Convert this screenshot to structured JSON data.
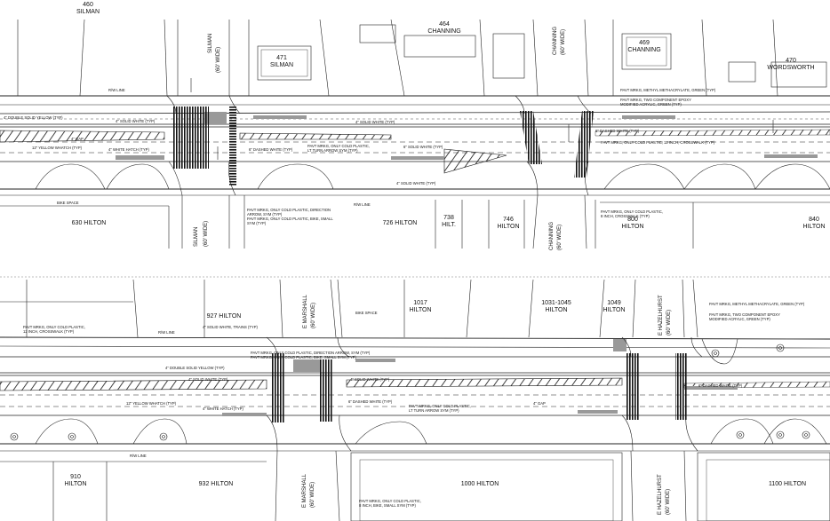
{
  "panel_top": {
    "lots_north": [
      {
        "num": "460",
        "street": "SILMAN"
      },
      {
        "num": "471",
        "street": "SILMAN"
      },
      {
        "num": "464",
        "street": "CHANNING"
      },
      {
        "num": "469",
        "street": "CHANNING"
      },
      {
        "num": "470",
        "street": "WORDSWORTH"
      }
    ],
    "lots_south": [
      {
        "num": "630",
        "street": "HILTON"
      },
      {
        "num": "726",
        "street": "HILTON"
      },
      {
        "num": "738",
        "street": "HILT."
      },
      {
        "num": "746",
        "street": "HILTON"
      },
      {
        "num": "800",
        "street": "HILTON"
      },
      {
        "num": "840",
        "street": "HILTON"
      }
    ],
    "street_labels": [
      "SILMAN",
      "(60' WIDE)",
      "CHANNING",
      "(60' WIDE)"
    ],
    "row_labels": {
      "row_north": "R/W LINE",
      "row_south": "R/W LINE"
    },
    "notes": {
      "double_yellow": "4\" DOUBLE SOLID YELLOW (TYP)",
      "solid_white_1": "4\" SOLID WHITE (TYP)",
      "solid_white_2": "4\" SOLID WHITE (TYP)",
      "gap": "4\" GAP",
      "yellow_hatch": "12\" YELLOW WHATCH (TYP)",
      "white_hatch": "4\" WHITE HATCH (TYP)",
      "dashed_white": "6\" DASHED WHITE (TYP)",
      "solid_white_3": "6\" SOLID WHITE (TYP)",
      "pavt_mrkg_lt": "PAVT MRKG, ONLY COLD PLASTIC,\nLT TURN ARROW SYM (TYP)",
      "pavt_mrkg_dir": "PAVT MRKG, ONLY COLD PLASTIC, DIRECTION\nARROW, SYM (TYP)\nPAVT MRKG, ONLY COLD PLASTIC, BIKE, SMALL\nSYM (TYP)",
      "methyl": "PAVT MRKG, METHYL METHACRYLATE, GREEN (TYP)",
      "two_component": "PAVT MRKG, TWO COMPONENT EPOXY\nMODIFIED ACRYLIC, GREEN (TYP)",
      "dashed_green": "6\" DASHED WHITE (TYP)",
      "crosswalk": "PAVT MRKG, ONLY COLD PLASTIC, 12 INCH, CROSSWALK (TYP)",
      "crosswalk_south": "PAVT MRKG, ONLY COLD PLASTIC,\n8 INCH, CROSSWALK (TYP)",
      "solid_white_4": "4\" SOLID WHITE (TYP)",
      "bike_space": "BIKE SPACE"
    }
  },
  "panel_bottom": {
    "lots_north": [
      {
        "num": "927",
        "street": "HILTON"
      },
      {
        "num": "1017",
        "street": "HILTON"
      },
      {
        "num": "1031-1045",
        "street": "HILTON"
      },
      {
        "num": "1049",
        "street": "HILTON"
      }
    ],
    "lots_south": [
      {
        "num": "910",
        "street": "HILTON"
      },
      {
        "num": "932",
        "street": "HILTON"
      },
      {
        "num": "1000",
        "street": "HILTON"
      },
      {
        "num": "1100",
        "street": "HILTON"
      }
    ],
    "street_labels": [
      "E MARSHALL",
      "(60' WIDE)",
      "E HAZELHURST",
      "(60' WIDE)",
      "E MARSHALL",
      "(60' WIDE)",
      "E HAZELHURST",
      "(60' WIDE)"
    ],
    "row_labels": {
      "row_north": "R/W LINE",
      "row_south": "R/W LINE"
    },
    "notes": {
      "crosswalk": "PAVT MRKG, ONLY COLD PLASTIC,\n12 INCH, CROSSWALK (TYP)",
      "solid_white_trains": "4\" SOLID WHITE, TRAINS (TYP)",
      "double_yellow": "4\" DOUBLE SOLID YELLOW (TYP)",
      "solid_white_1": "4\" SOLID WHITE (TYP)",
      "yellow_hatch": "12\" YELLOW WHATCH (TYP)",
      "white_hatch": "4\" WHITE HATCH (TYP)",
      "solid_white_2": "4\" SOLID WHITE (TYP)",
      "dashed_white": "6\" DASHED WHITE (TYP)",
      "pavt_lt": "PAVT MRKG, ONLY COLD PLASTIC,\nLT TURN ARROW SYM (TYP)",
      "pavt_dir": "PAVT MRKG, ONLY COLD PLASTIC, DIRECTION ARROW, SYM (TYP)\nPAVT MRKG, ONLY COLD PLASTIC, BIKE, SMALL SYM (TYP)",
      "pavt_bike": "PAVT MRKG, ONLY COLD PLASTIC,\n8 INCH, BIKE, SMALL SYM (TYP)",
      "methyl": "PAVT MRKG, METHYL METHACRYLATE, GREEN (TYP)",
      "two_component": "PAVT MRKG, TWO COMPONENT EPOXY\nMODIFIED ACRYLIC, GREEN (TYP)",
      "dashed_white_2": "6\" DASHED WHITE (TYP)",
      "gap": "4\" GAP",
      "bike_space": "BIKE SPACE"
    }
  }
}
